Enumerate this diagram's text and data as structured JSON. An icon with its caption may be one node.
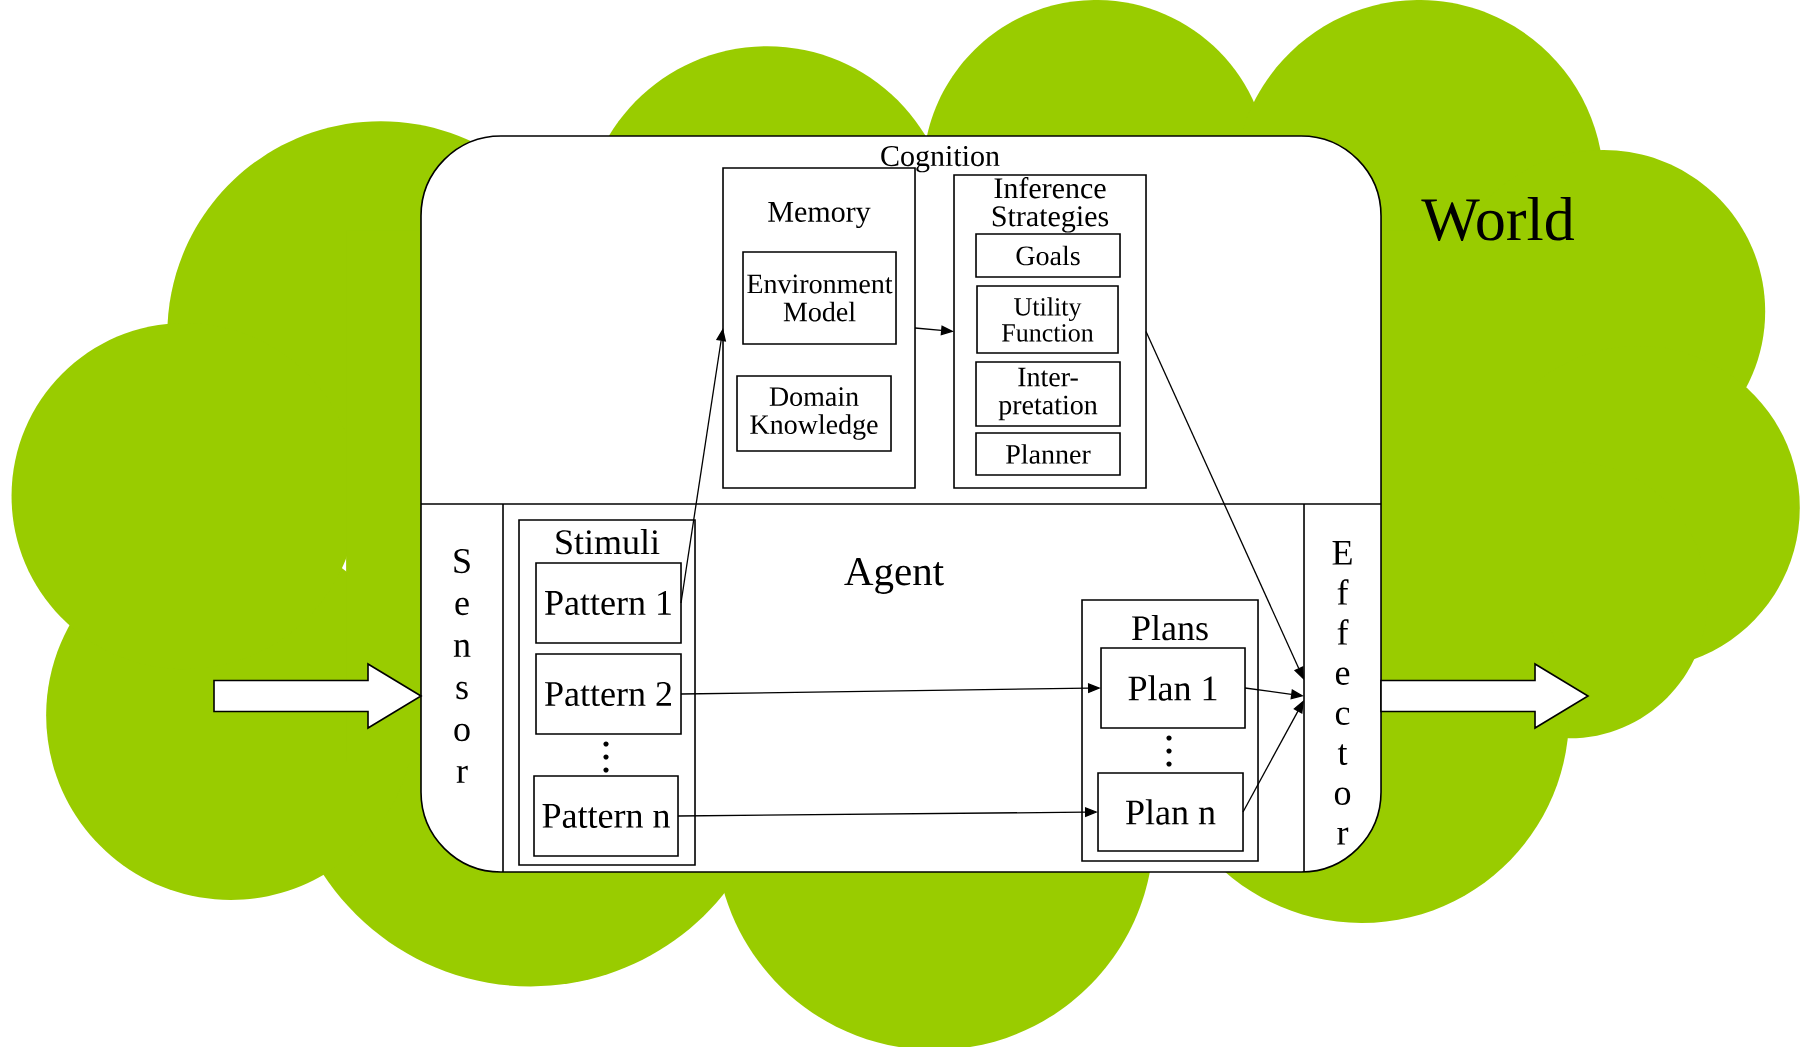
{
  "diagram": {
    "nodes": [
      {
        "text": [
          "World"
        ]
      },
      {
        "text": [
          "Agent"
        ],
        "in": 0
      },
      {
        "text": [
          "Cognition"
        ],
        "in": 1
      },
      {
        "text": [
          "Memory"
        ],
        "in": 2
      },
      {
        "text": [
          "Environment Model"
        ],
        "in": 3
      },
      {
        "text": [
          "Domain Knowledge"
        ],
        "in": 3
      },
      {
        "text": [
          "Inference Strategies"
        ],
        "in": 2
      },
      {
        "text": [
          "Goals"
        ],
        "in": 6
      },
      {
        "text": [
          "Utility Function"
        ],
        "in": 6
      },
      {
        "text": [
          "Inter- pretation"
        ],
        "in": 6
      },
      {
        "text": [
          "Planner"
        ],
        "in": 6
      },
      {
        "text": [
          "Sensor"
        ],
        "in": 1
      },
      {
        "text": [
          "Stimuli"
        ],
        "in": 1
      },
      {
        "text": [
          "Pattern 1"
        ],
        "in": 12
      },
      {
        "text": [
          "Pattern 2"
        ],
        "in": 12
      },
      {
        "text": [
          "Pattern n"
        ],
        "in": 12
      },
      {
        "text": [
          "Plans"
        ],
        "in": 1
      },
      {
        "text": [
          "Plan 1"
        ],
        "in": 16
      },
      {
        "text": [
          "Plan n"
        ],
        "in": 16
      },
      {
        "text": [
          "Effector"
        ],
        "in": 1
      }
    ],
    "edges": [
      {
        "from": null,
        "to": 11,
        "arrow": "to",
        "style": "thick"
      },
      {
        "from": 19,
        "to": null,
        "arrow": "to",
        "style": "thick"
      },
      {
        "from": 13,
        "to": 3,
        "arrow": "to"
      },
      {
        "from": 3,
        "to": 6,
        "arrow": "to"
      },
      {
        "from": 6,
        "to": 19,
        "arrow": "to"
      },
      {
        "from": 14,
        "to": 17,
        "arrow": "to"
      },
      {
        "from": 15,
        "to": 18,
        "arrow": "to"
      },
      {
        "from": 17,
        "to": 19,
        "arrow": "to"
      },
      {
        "from": 18,
        "to": 19,
        "arrow": "to"
      }
    ]
  }
}
